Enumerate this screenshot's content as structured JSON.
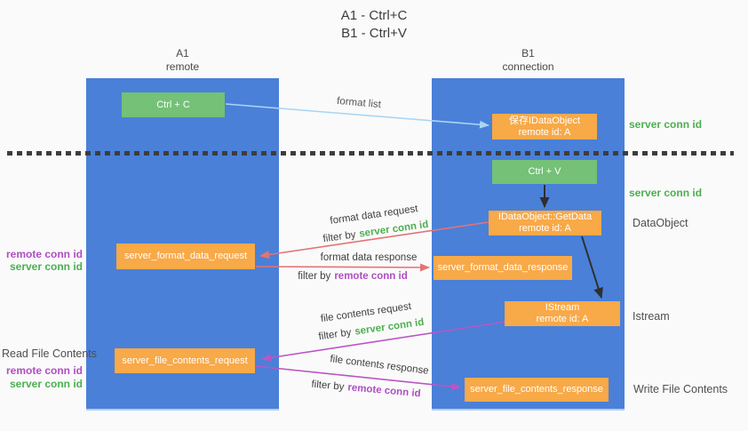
{
  "title": {
    "line1": "A1 - Ctrl+C",
    "line2": "B1 - Ctrl+V"
  },
  "lanes": {
    "left": {
      "name_line1": "A1",
      "name_line2": "remote"
    },
    "right": {
      "name_line1": "B1",
      "name_line2": "connection"
    }
  },
  "nodes": {
    "ctrl_c": {
      "label": "Ctrl + C"
    },
    "save_idataobject": {
      "line1": "保存IDataObject",
      "line2": "remote id: A"
    },
    "ctrl_v": {
      "label": "Ctrl + V"
    },
    "getdata": {
      "line1": "IDataObject::GetData",
      "line2": "remote id: A"
    },
    "format_request": {
      "label": "server_format_data_request"
    },
    "format_response": {
      "label": "server_format_data_response"
    },
    "istream": {
      "line1": "IStream",
      "line2": "remote id: A"
    },
    "file_request": {
      "label": "server_file_contents_request"
    },
    "file_response": {
      "label": "server_file_contents_response"
    }
  },
  "arrow_labels": {
    "format_list": "format list",
    "format_data_request": "format data request",
    "format_data_response": "format data response",
    "file_contents_request": "file contents request",
    "file_contents_response": "file contents response",
    "filter_by": "filter by",
    "server_conn_id": "server conn id",
    "remote_conn_id": "remote conn id"
  },
  "side_labels": {
    "server_conn_id": "server conn id",
    "remote_conn_id": "remote conn id",
    "dataobject": "DataObject",
    "istream": "Istream",
    "read_file_contents": "Read File Contents",
    "write_file_contents": "Write File Contents"
  },
  "colors": {
    "lane_blue": "#4a80d8",
    "node_orange": "#f8a948",
    "node_green": "#74c177",
    "arrow_red": "#e57373",
    "arrow_purple": "#bb55c5",
    "arrow_lightblue": "#a8d6f5",
    "arrow_black": "#2f2f2f",
    "text_green": "#4caf50",
    "text_purple": "#b04ec3",
    "divider_dark": "#3d3d3d"
  }
}
